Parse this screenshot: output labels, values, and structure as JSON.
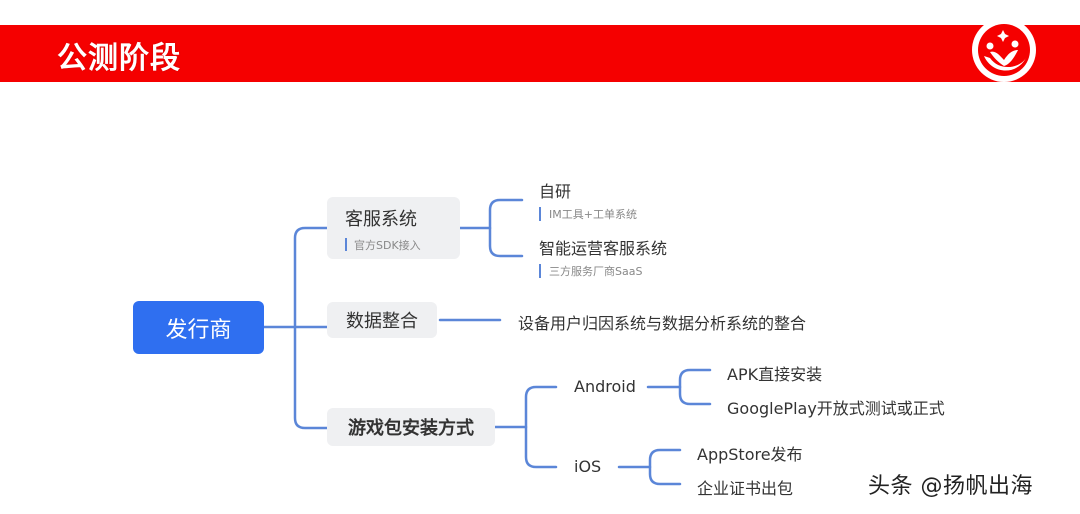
{
  "header": {
    "title": "公测阶段",
    "bar_color": "#f50000",
    "logo": "company-logo-icon"
  },
  "mindmap": {
    "root": {
      "label": "发行商",
      "color": "#2f6ff0"
    },
    "branches": [
      {
        "label": "客服系统",
        "note": "官方SDK接入",
        "children": [
          {
            "label": "自研",
            "note": "IM工具+工单系统"
          },
          {
            "label": "智能运营客服系统",
            "note": "三方服务厂商SaaS"
          }
        ]
      },
      {
        "label": "数据整合",
        "children": [
          {
            "label": "设备用户归因系统与数据分析系统的整合"
          }
        ]
      },
      {
        "label": "游戏包安装方式",
        "children": [
          {
            "label": "Android",
            "children": [
              {
                "label": "APK直接安装"
              },
              {
                "label": "GooglePlay开放式测试或正式"
              }
            ]
          },
          {
            "label": "iOS",
            "children": [
              {
                "label": "AppStore发布"
              },
              {
                "label": "企业证书出包"
              }
            ]
          }
        ]
      }
    ],
    "connector_color": "#5b86d8"
  },
  "watermark": "头条 @扬帆出海"
}
